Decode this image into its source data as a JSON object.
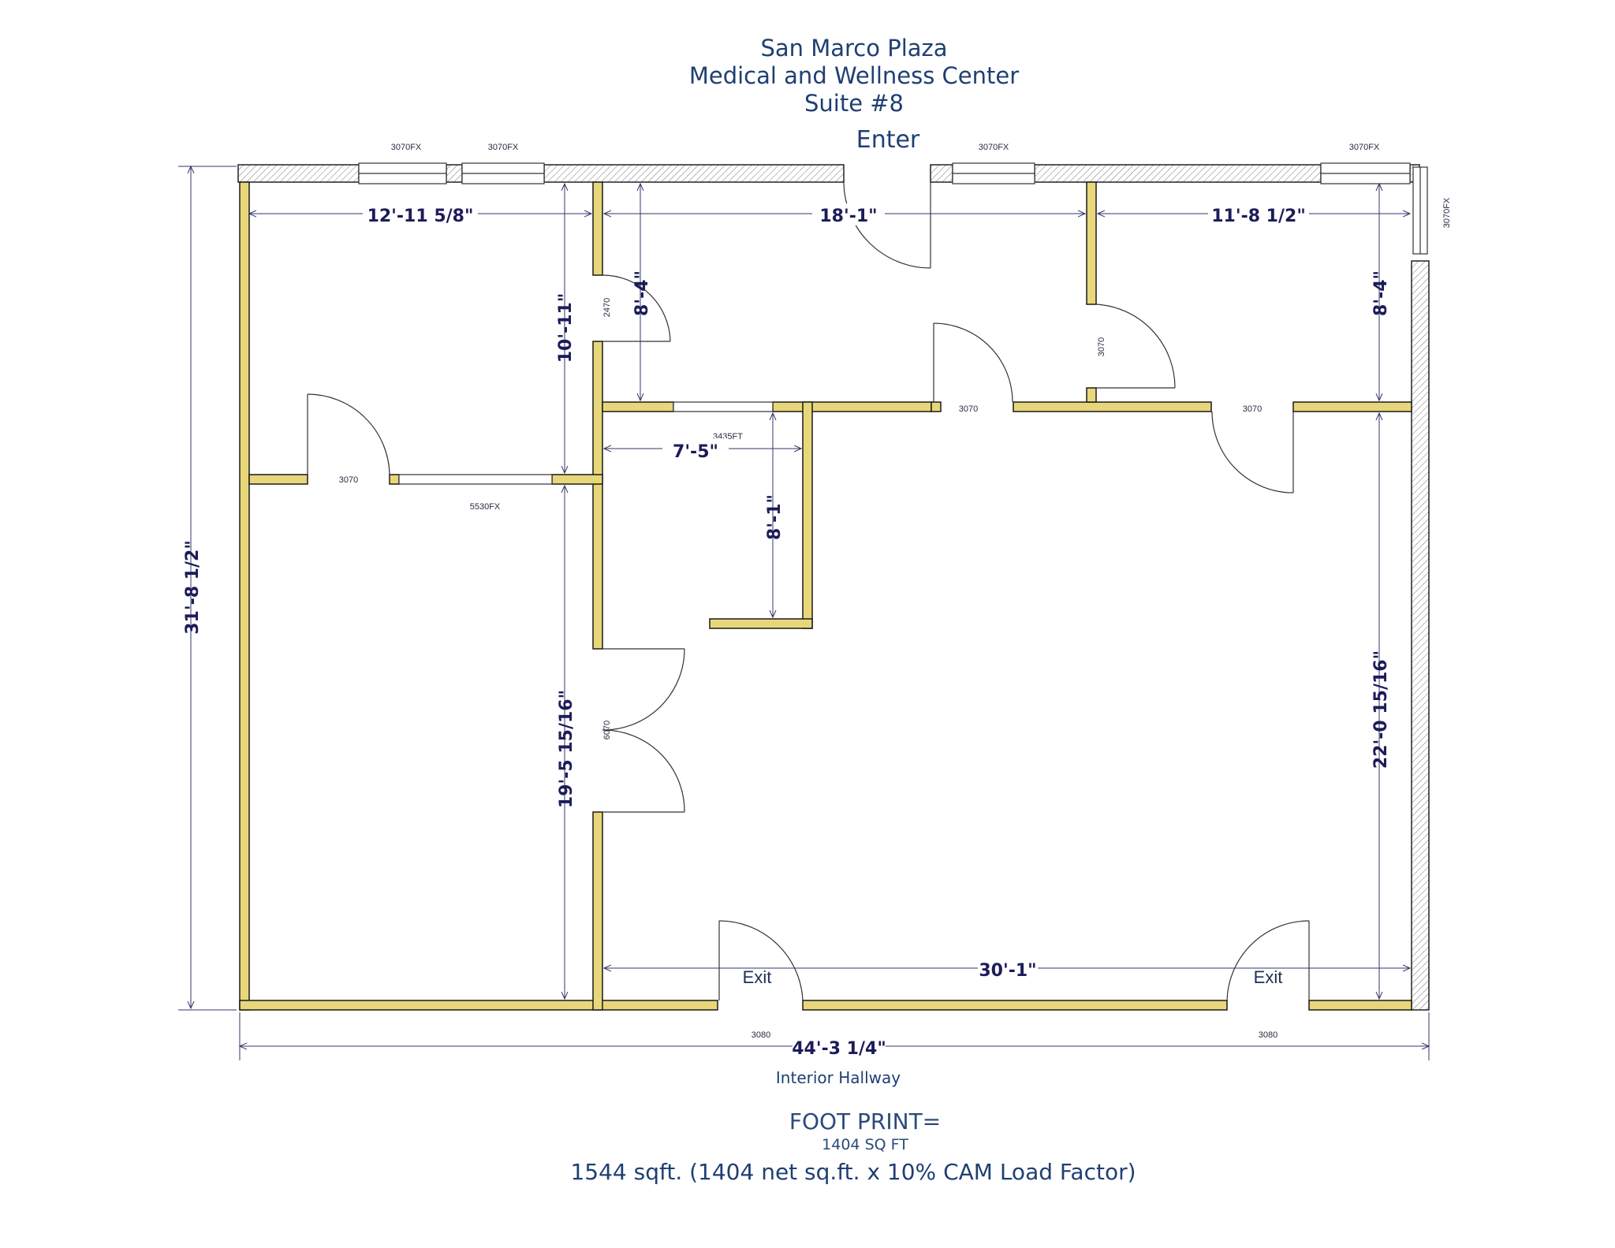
{
  "title": {
    "line1": "San Marco Plaza",
    "line2": "Medical and Wellness Center",
    "line3": "Suite #8",
    "enter": "Enter"
  },
  "labels": {
    "window_top_1": "3070FX",
    "window_top_2": "3070FX",
    "window_top_3": "3070FX",
    "window_top_4": "3070FX",
    "window_right": "3070FX",
    "door_2470": "2470",
    "door_3070_a": "3070",
    "door_3070_b": "3070",
    "door_3070_c": "3070",
    "door_3070_d": "3070",
    "window_3435": "3435FT",
    "window_5530": "5530FX",
    "door_6070": "6070",
    "door_3080_a": "3080",
    "door_3080_b": "3080"
  },
  "dimensions": {
    "top_left_width": "12'-11 5/8\"",
    "top_mid_width": "18'-1\"",
    "top_right_width": "11'-8 1/2\"",
    "left_room_height": "10'-11\"",
    "office_height_mid": "8'-4\"",
    "office_height_right": "8'-4\"",
    "closet_width": "7'-5\"",
    "closet_height": "8'-1\"",
    "overall_height": "31'-8 1/2\"",
    "lower_left_height": "19'-5 15/16\"",
    "right_height": "22'-0 15/16\"",
    "bottom_inner": "30'-1\"",
    "overall_width": "44'-3 1/4\""
  },
  "exits": {
    "left": "Exit",
    "right": "Exit"
  },
  "hallway": "Interior Hallway",
  "footprint": {
    "heading": "FOOT PRINT=",
    "net": "1404 SQ FT",
    "summary": "1544 sqft. (1404 net sq.ft. x 10% CAM Load Factor)"
  }
}
